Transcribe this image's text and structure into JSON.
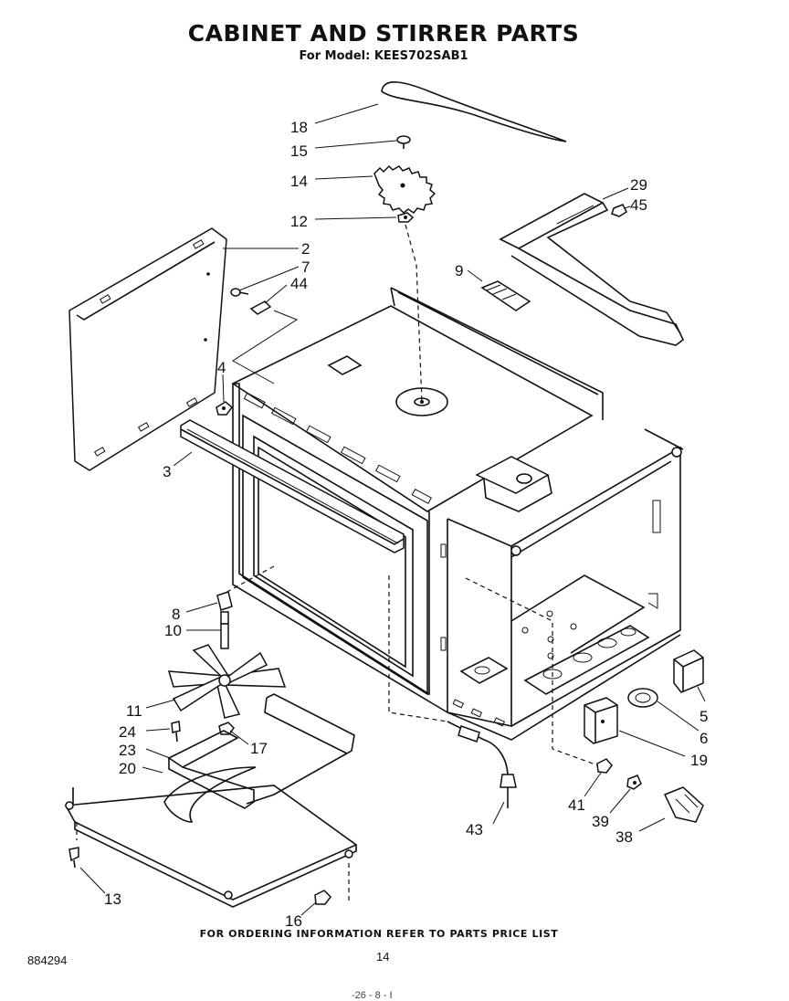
{
  "header": {
    "title": "CABINET AND STIRRER PARTS",
    "subtitle": "For Model: KEES702SAB1"
  },
  "footer": {
    "ordering_note": "FOR ORDERING INFORMATION REFER TO PARTS PRICE LIST",
    "document_number": "884294",
    "page_number": "14",
    "stamp": "-26 - 8 - I"
  },
  "callouts": {
    "c18": "18",
    "c15": "15",
    "c14": "14",
    "c12": "12",
    "c29": "29",
    "c45": "45",
    "c2": "2",
    "c7": "7",
    "c44": "44",
    "c9": "9",
    "c4": "4",
    "c3": "3",
    "c8": "8",
    "c10": "10",
    "c5": "5",
    "c6": "6",
    "c11": "11",
    "c24": "24",
    "c17": "17",
    "c23": "23",
    "c20": "20",
    "c19": "19",
    "c41": "41",
    "c39": "39",
    "c38": "38",
    "c43": "43",
    "c13": "13",
    "c16": "16"
  }
}
